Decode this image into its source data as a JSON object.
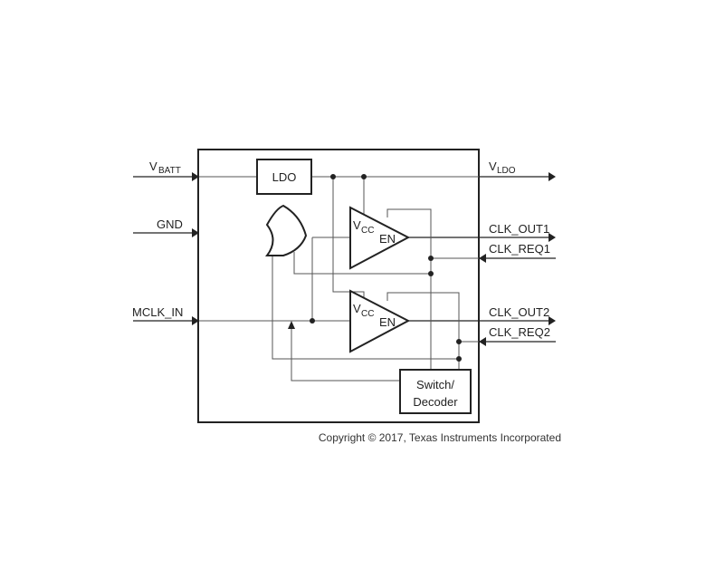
{
  "signals": {
    "vbatt_main": "V",
    "vbatt_sub": "BATT",
    "gnd": "GND",
    "mclk_in": "MCLK_IN",
    "vldo_main": "V",
    "vldo_sub": "LDO",
    "clk_out1": "CLK_OUT1",
    "clk_req1": "CLK_REQ1",
    "clk_out2": "CLK_OUT2",
    "clk_req2": "CLK_REQ2"
  },
  "blocks": {
    "ldo": "LDO",
    "switch_line1": "Switch/",
    "switch_line2": "Decoder",
    "buffer_vcc_main": "V",
    "buffer_vcc_sub": "CC",
    "buffer_en": "EN"
  },
  "copyright": "Copyright © 2017, Texas Instruments Incorporated",
  "colors": {
    "line": "#222222",
    "thin_wire": "#555555",
    "background": "#ffffff"
  }
}
